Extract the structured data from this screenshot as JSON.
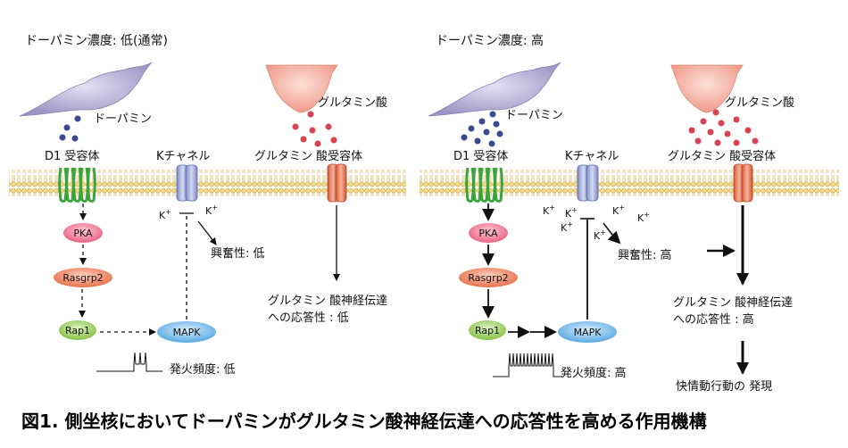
{
  "left": {
    "title": "ドーパミン濃度: 低(通常)",
    "dopamine": "ドーパミン",
    "glutamate": "グルタミン酸",
    "d1_receptor": "D1 受容体",
    "k_channel": "Kチャネル",
    "glu_receptor": "グルタミン 酸受容体",
    "k_ion": "K",
    "k_plus": "+",
    "pka": "PKA",
    "rasgrp2": "Rasgrp2",
    "rap1": "Rap1",
    "mapk": "MAPK",
    "excitability": "興奮性: 低",
    "response_line1": "グルタミン 酸神経伝達",
    "response_line2": "への応答性 : 低",
    "firing": "発火頻度: 低"
  },
  "right": {
    "title": "ドーパミン濃度: 高",
    "dopamine": "ドーパミン",
    "glutamate": "グルタミン酸",
    "d1_receptor": "D1 受容体",
    "k_channel": "Kチャネル",
    "glu_receptor": "グルタミン 酸受容体",
    "k_ion": "K",
    "k_plus": "+",
    "pka": "PKA",
    "rasgrp2": "Rasgrp2",
    "rap1": "Rap1",
    "mapk": "MAPK",
    "excitability": "興奮性: 高",
    "response_line1": "グルタミン 酸神経伝達",
    "response_line2": "への応答性 : 高",
    "firing": "発火頻度: 高",
    "behavior": "快情動行動の 発現"
  },
  "caption": "図1. 側坐核においてドーパミンがグルタミン酸神経伝達への応答性を高める作用機構",
  "colors": {
    "dopamine_terminal": "#a8a2cc",
    "dopamine_dot": "#3c4a8f",
    "glutamate_terminal": "#f2a899",
    "glutamate_dot": "#d9434f",
    "membrane": "#e9d27a",
    "d1_receptor": "#3da33d",
    "k_channel": "#9aa8d6",
    "glu_receptor": "#e8704f",
    "pka": "#f0728d",
    "rasgrp2": "#ec7a58",
    "rap1": "#8cc64a",
    "mapk": "#6fb3e6"
  }
}
